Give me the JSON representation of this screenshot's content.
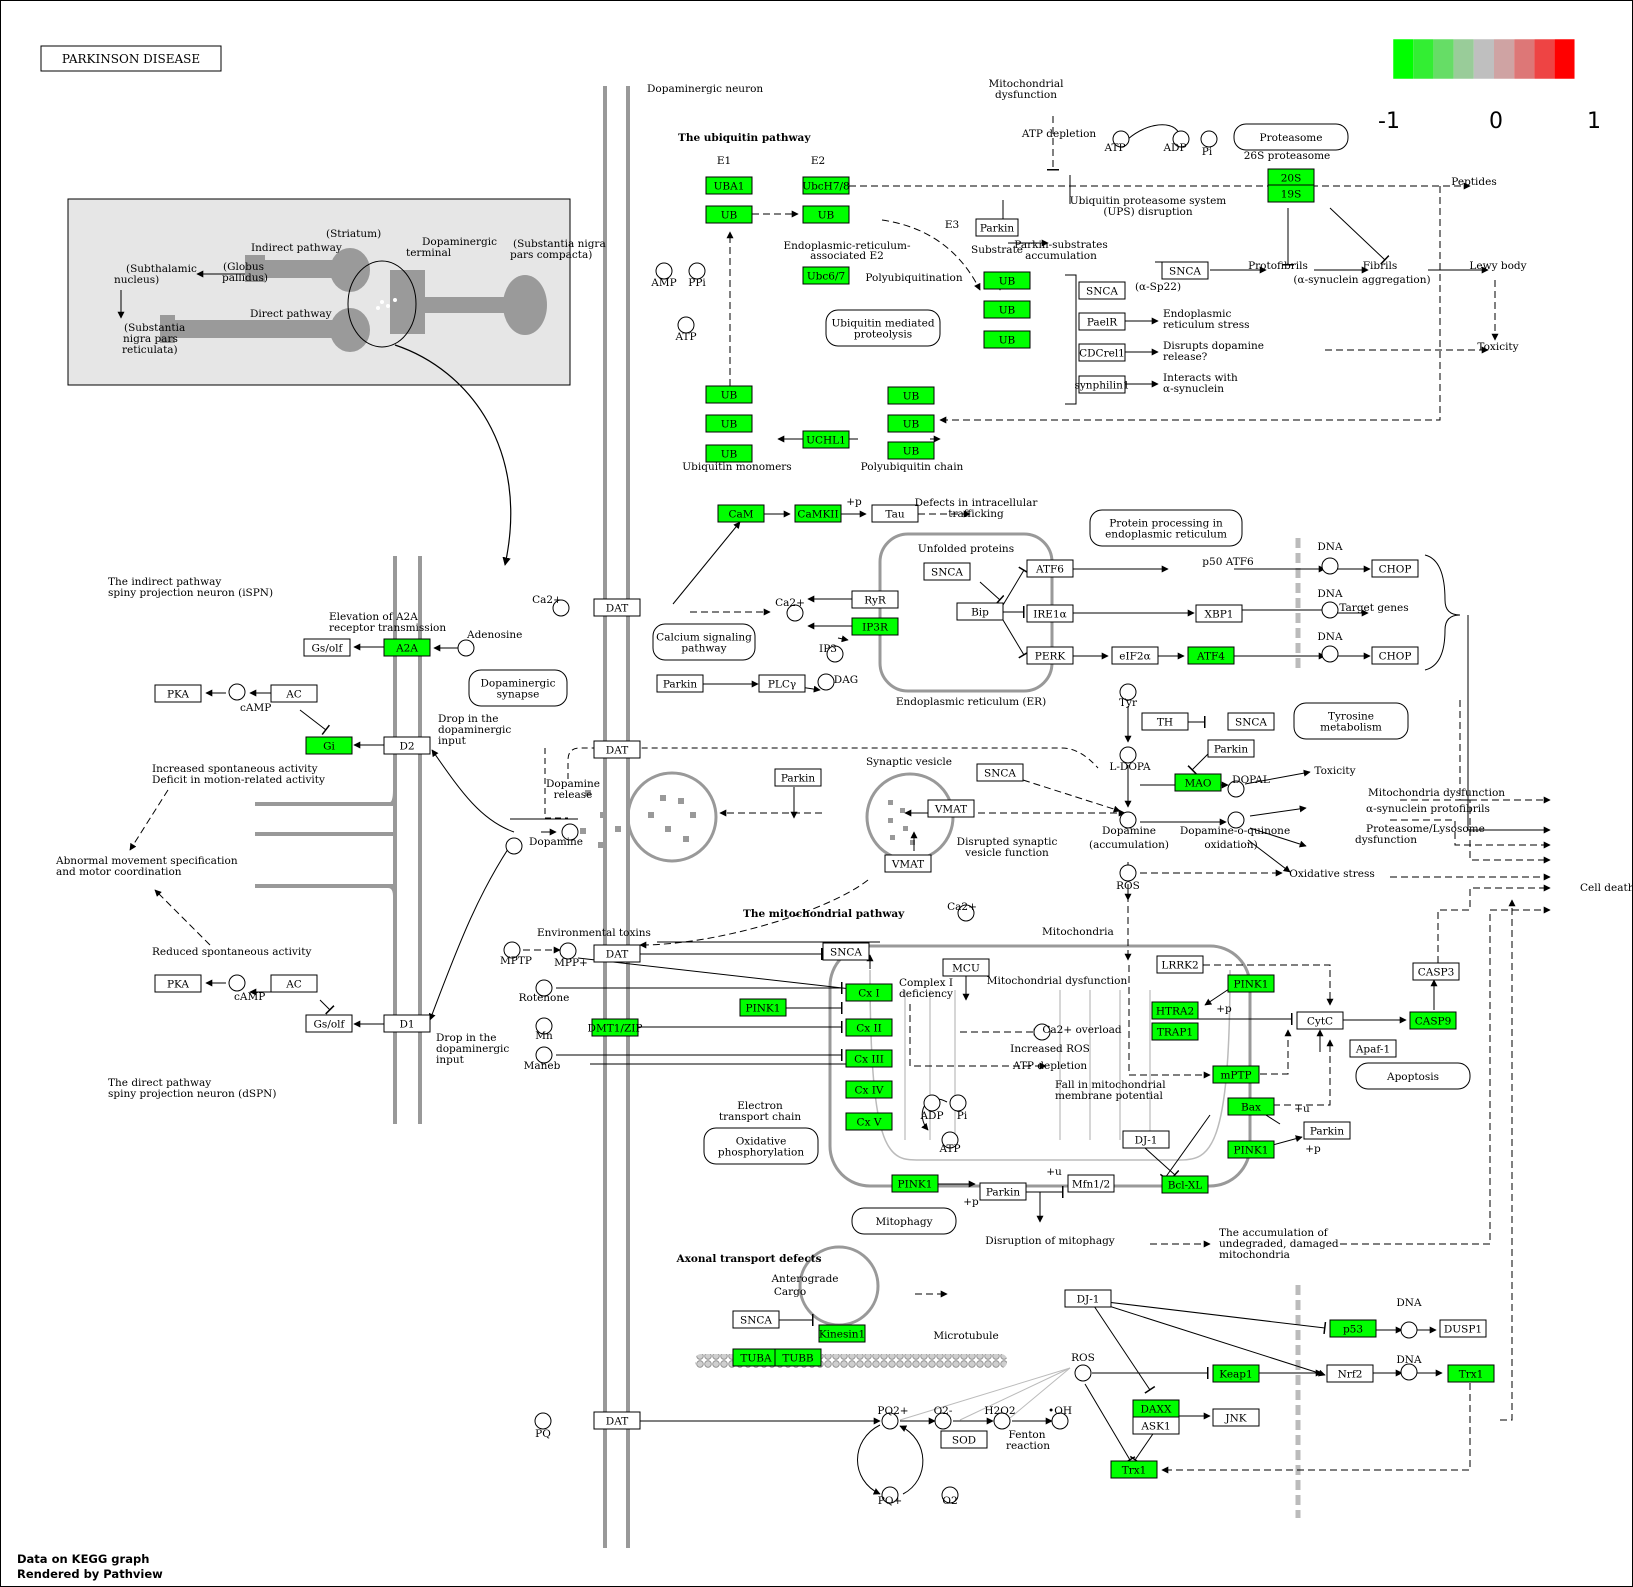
{
  "title": "PARKINSON DISEASE",
  "colors": {
    "hit": "#00ff00",
    "none": "#ffffff",
    "gray": "#999999"
  },
  "legend": {
    "swatches": [
      "#00ff00",
      "#33ee33",
      "#66dd66",
      "#99cc99",
      "#bfbfbf",
      "#cfa3a3",
      "#dd7777",
      "#ee4444",
      "#ff0000"
    ],
    "ticks": [
      "-1",
      "0",
      "1"
    ]
  },
  "credits": [
    "Data on KEGG graph",
    "Rendered by Pathview"
  ],
  "labels": [
    {
      "id": "l1",
      "t": "Dopaminergic neuron",
      "c": "Dopaminergic ne uron"
    },
    {
      "id": "l2",
      "t": "The ubiquitin pathway",
      "b": true
    },
    {
      "id": "l3",
      "t": "E1"
    },
    {
      "id": "l4",
      "t": "E2"
    },
    {
      "id": "l5",
      "t": "E3"
    },
    {
      "id": "l6",
      "t": "Mitochondrial"
    },
    {
      "id": "l7",
      "t": "dysfunction"
    },
    {
      "id": "l8",
      "t": "ATP depletion"
    },
    {
      "id": "l9",
      "t": "ATP"
    },
    {
      "id": "l10",
      "t": "ADP"
    },
    {
      "id": "l11",
      "t": "Pi"
    },
    {
      "id": "l12",
      "t": "26S proteasome"
    },
    {
      "id": "l13",
      "t": "Peptides"
    },
    {
      "id": "l14",
      "t": "Ubiquitin proteasome system"
    },
    {
      "id": "l15",
      "t": "(UPS) disruption"
    },
    {
      "id": "l16",
      "t": "Endoplasmic-reticulum-"
    },
    {
      "id": "l17",
      "t": "associated E2"
    },
    {
      "id": "l18",
      "t": "Substrate"
    },
    {
      "id": "l19",
      "t": "Parkin-substrates"
    },
    {
      "id": "l20",
      "t": "accumulation"
    },
    {
      "id": "l21",
      "t": "Polyubiquitination"
    },
    {
      "id": "l22",
      "t": "AMP"
    },
    {
      "id": "l23",
      "t": "PPi"
    },
    {
      "id": "l24",
      "t": "ATP"
    },
    {
      "id": "l25",
      "t": "(α-Sp22)"
    },
    {
      "id": "l26",
      "t": "Protofibrils"
    },
    {
      "id": "l27",
      "t": "Fibrils"
    },
    {
      "id": "l28",
      "t": "(α-synuclein aggregation)"
    },
    {
      "id": "l29",
      "t": "Lewy body"
    },
    {
      "id": "l30",
      "t": "Endoplasmic"
    },
    {
      "id": "l31",
      "t": "reticulum stress"
    },
    {
      "id": "l32",
      "t": "Disrupts dopamine"
    },
    {
      "id": "l33",
      "t": "release?"
    },
    {
      "id": "l34",
      "t": "Interacts with"
    },
    {
      "id": "l35",
      "t": "α-synuclein"
    },
    {
      "id": "l36",
      "t": "Toxicity"
    },
    {
      "id": "l37",
      "t": "Ubiquitin monomers"
    },
    {
      "id": "l38",
      "t": "Polyubiquitin chain"
    },
    {
      "id": "l39",
      "t": "Defects in intracellular"
    },
    {
      "id": "l40",
      "t": "trafficking"
    },
    {
      "id": "l41",
      "t": "Unfolded proteins"
    },
    {
      "id": "l42",
      "t": "DNA"
    },
    {
      "id": "l43",
      "t": "DNA"
    },
    {
      "id": "l44",
      "t": "DNA"
    },
    {
      "id": "l45",
      "t": "p50 ATF6"
    },
    {
      "id": "l46",
      "t": "Target genes"
    },
    {
      "id": "l47",
      "t": "Endoplasmic reticulum (ER)"
    },
    {
      "id": "l48",
      "t": "DAG"
    },
    {
      "id": "l49",
      "t": "IP3"
    },
    {
      "id": "l50",
      "t": "Tyr"
    },
    {
      "id": "l51",
      "t": "L-DOPA"
    },
    {
      "id": "l52",
      "t": "DOPAL"
    },
    {
      "id": "l53",
      "t": "Toxicity"
    },
    {
      "id": "l54",
      "t": "Mitochondria dysfunction"
    },
    {
      "id": "l55",
      "t": "α-synuclein protofibrils"
    },
    {
      "id": "l56",
      "t": "Proteasome/Lysosome"
    },
    {
      "id": "l57",
      "t": "dysfunction"
    },
    {
      "id": "l58",
      "t": "Dopamine"
    },
    {
      "id": "l59",
      "t": "(accumulation)"
    },
    {
      "id": "l60",
      "t": "Dopamine-o-quinone"
    },
    {
      "id": "l61",
      "t": "oxidation)"
    },
    {
      "id": "l62",
      "t": "Oxidative stress"
    },
    {
      "id": "l63",
      "t": "ROS"
    },
    {
      "id": "l64",
      "t": "Cell death"
    },
    {
      "id": "l65",
      "t": "Synaptic vesicle"
    },
    {
      "id": "l66",
      "t": "Disrupted synaptic"
    },
    {
      "id": "l67",
      "t": "vesicle function"
    },
    {
      "id": "l68",
      "t": "Dopamine"
    },
    {
      "id": "l69",
      "t": "release"
    },
    {
      "id": "l70",
      "t": "Dopamine"
    },
    {
      "id": "l71",
      "t": "The mitochondrial pathway",
      "b": true
    },
    {
      "id": "l72",
      "t": "Mitochondria"
    },
    {
      "id": "l73",
      "t": "Environmental toxins"
    },
    {
      "id": "l74",
      "t": "MPTP"
    },
    {
      "id": "l75",
      "t": "MPP+"
    },
    {
      "id": "l76",
      "t": "Rotenone"
    },
    {
      "id": "l77",
      "t": "Mn"
    },
    {
      "id": "l78",
      "t": "Maneb"
    },
    {
      "id": "l79",
      "t": "Complex I"
    },
    {
      "id": "l80",
      "t": "deficiency"
    },
    {
      "id": "l81",
      "t": "Mitochondrial dysfunction"
    },
    {
      "id": "l82",
      "t": "Ca2+ overload"
    },
    {
      "id": "l83",
      "t": "Increased ROS"
    },
    {
      "id": "l84",
      "t": "ATP depletion"
    },
    {
      "id": "l85",
      "t": "Fall in mitochondrial"
    },
    {
      "id": "l86",
      "t": "membrane potential"
    },
    {
      "id": "l87",
      "t": "Electron"
    },
    {
      "id": "l88",
      "t": "transport chain"
    },
    {
      "id": "l89",
      "t": "ADP"
    },
    {
      "id": "l90",
      "t": "Pi"
    },
    {
      "id": "l91",
      "t": "ATP"
    },
    {
      "id": "l92",
      "t": "Disruption of mitophagy"
    },
    {
      "id": "l93",
      "t": "The accumulation of"
    },
    {
      "id": "l94",
      "t": "undegraded, damaged"
    },
    {
      "id": "l95",
      "t": "mitochondria"
    },
    {
      "id": "l96",
      "t": "Axonal transport defects",
      "b": true
    },
    {
      "id": "l97",
      "t": "Anterograde"
    },
    {
      "id": "l98",
      "t": "Cargo"
    },
    {
      "id": "l99",
      "t": "Microtubule"
    },
    {
      "id": "l100",
      "t": "ROS"
    },
    {
      "id": "l101",
      "t": "DNA"
    },
    {
      "id": "l102",
      "t": "DNA"
    },
    {
      "id": "l103",
      "t": "PQ"
    },
    {
      "id": "l104",
      "t": "PQ2+"
    },
    {
      "id": "l105",
      "t": "O2-"
    },
    {
      "id": "l106",
      "t": "H2O2"
    },
    {
      "id": "l107",
      "t": "•OH"
    },
    {
      "id": "l108",
      "t": "Fenton"
    },
    {
      "id": "l109",
      "t": "reaction"
    },
    {
      "id": "l110",
      "t": "PQ+"
    },
    {
      "id": "l111",
      "t": "O2"
    },
    {
      "id": "l112",
      "t": "The indirect pathway"
    },
    {
      "id": "l113",
      "t": "spiny projection neuron (iSPN)"
    },
    {
      "id": "l114",
      "t": "Elevation of A2A"
    },
    {
      "id": "l115",
      "t": "receptor transmission"
    },
    {
      "id": "l116",
      "t": "Adenosine"
    },
    {
      "id": "l117",
      "t": "cAMP"
    },
    {
      "id": "l118",
      "t": "Drop in the"
    },
    {
      "id": "l119",
      "t": "dopaminergic"
    },
    {
      "id": "l120",
      "t": "input"
    },
    {
      "id": "l121",
      "t": "Increased spontaneous activity"
    },
    {
      "id": "l122",
      "t": "Deficit in motion-related activity"
    },
    {
      "id": "l123",
      "t": "Abnormal movement specification"
    },
    {
      "id": "l124",
      "t": "and motor coordination"
    },
    {
      "id": "l125",
      "t": "Reduced spontaneous activity"
    },
    {
      "id": "l126",
      "t": "cAMP"
    },
    {
      "id": "l127",
      "t": "Drop in the"
    },
    {
      "id": "l128",
      "t": "dopaminergic"
    },
    {
      "id": "l129",
      "t": "input"
    },
    {
      "id": "l130",
      "t": "The direct pathway"
    },
    {
      "id": "l131",
      "t": "spiny projection neuron (dSPN)"
    },
    {
      "id": "l132",
      "t": "(Striatum)"
    },
    {
      "id": "l133",
      "t": "Indirect pathway"
    },
    {
      "id": "l134",
      "t": "Dopaminergic"
    },
    {
      "id": "l135",
      "t": "terminal"
    },
    {
      "id": "l136",
      "t": "(Substantia nigra"
    },
    {
      "id": "l137",
      "t": "pars compacta)"
    },
    {
      "id": "l138",
      "t": "(Subthalamic"
    },
    {
      "id": "l139",
      "t": "nucleus)"
    },
    {
      "id": "l140",
      "t": "(Globus"
    },
    {
      "id": "l141",
      "t": "pallidus)"
    },
    {
      "id": "l142",
      "t": "Direct pathway"
    },
    {
      "id": "l143",
      "t": "(Substantia"
    },
    {
      "id": "l144",
      "t": "nigra pars"
    },
    {
      "id": "l145",
      "t": "reticulata)"
    },
    {
      "id": "l146",
      "t": "Ca2+"
    },
    {
      "id": "l147",
      "t": "Ca2+"
    },
    {
      "id": "l148",
      "t": "Ca2+"
    },
    {
      "id": "l149",
      "t": "+p"
    },
    {
      "id": "l150",
      "t": "+p"
    },
    {
      "id": "l151",
      "t": "+u"
    },
    {
      "id": "l152",
      "t": "+u"
    },
    {
      "id": "l153",
      "t": "+p"
    },
    {
      "id": "l154",
      "t": "+p"
    }
  ],
  "maps": [
    {
      "id": "m1",
      "lines": [
        "Proteasome"
      ]
    },
    {
      "id": "m2",
      "lines": [
        "Ubiquitin mediated",
        "proteolysis"
      ]
    },
    {
      "id": "m3",
      "lines": [
        "Protein processing in",
        "endoplasmic reticulum"
      ]
    },
    {
      "id": "m4",
      "lines": [
        "Calcium signaling",
        "pathway"
      ]
    },
    {
      "id": "m5",
      "lines": [
        "Dopaminergic",
        "synapse"
      ]
    },
    {
      "id": "m6",
      "lines": [
        "Tyrosine",
        "metabolism"
      ]
    },
    {
      "id": "m7",
      "lines": [
        "Apoptosis"
      ]
    },
    {
      "id": "m8",
      "lines": [
        "Oxidative",
        "phosphorylation"
      ]
    },
    {
      "id": "m9",
      "lines": [
        "Mitophagy"
      ]
    }
  ],
  "genes": [
    {
      "id": "g1",
      "t": "UBA1",
      "hit": true
    },
    {
      "id": "g2",
      "t": "UB",
      "hit": true
    },
    {
      "id": "g3",
      "t": "UbcH7/8",
      "hit": true
    },
    {
      "id": "g4",
      "t": "UB",
      "hit": true
    },
    {
      "id": "g5",
      "t": "Ubc6/7",
      "hit": true
    },
    {
      "id": "g6",
      "t": "Parkin",
      "hit": false
    },
    {
      "id": "g7",
      "t": "20S",
      "hit": true
    },
    {
      "id": "g8",
      "t": "19S",
      "hit": true
    },
    {
      "id": "g9",
      "t": "UB",
      "hit": true
    },
    {
      "id": "g10",
      "t": "UB",
      "hit": true
    },
    {
      "id": "g11",
      "t": "UB",
      "hit": true
    },
    {
      "id": "g12",
      "t": "SNCA",
      "hit": false
    },
    {
      "id": "g13",
      "t": "SNCA",
      "hit": false
    },
    {
      "id": "g14",
      "t": "PaelR",
      "hit": false
    },
    {
      "id": "g15",
      "t": "CDCrel1",
      "hit": false
    },
    {
      "id": "g16",
      "t": "synphilin1",
      "hit": false
    },
    {
      "id": "g17",
      "t": "UB",
      "hit": true
    },
    {
      "id": "g18",
      "t": "UB",
      "hit": true
    },
    {
      "id": "g19",
      "t": "UB",
      "hit": true
    },
    {
      "id": "g20",
      "t": "UCHL1",
      "hit": true
    },
    {
      "id": "g21",
      "t": "UB",
      "hit": true
    },
    {
      "id": "g22",
      "t": "UB",
      "hit": true
    },
    {
      "id": "g23",
      "t": "UB",
      "hit": true
    },
    {
      "id": "g24",
      "t": "CaM",
      "hit": true
    },
    {
      "id": "g25",
      "t": "CaMKII",
      "hit": true
    },
    {
      "id": "g26",
      "t": "Tau",
      "hit": false
    },
    {
      "id": "g27",
      "t": "SNCA",
      "hit": false
    },
    {
      "id": "g28",
      "t": "ATF6",
      "hit": false
    },
    {
      "id": "g29",
      "t": "CHOP",
      "hit": false
    },
    {
      "id": "g30",
      "t": "Bip",
      "hit": false
    },
    {
      "id": "g31",
      "t": "IRE1α",
      "hit": false
    },
    {
      "id": "g32",
      "t": "XBP1",
      "hit": false
    },
    {
      "id": "g33",
      "t": "PERK",
      "hit": false
    },
    {
      "id": "g34",
      "t": "eIF2α",
      "hit": false
    },
    {
      "id": "g35",
      "t": "ATF4",
      "hit": true
    },
    {
      "id": "g36",
      "t": "CHOP",
      "hit": false
    },
    {
      "id": "g37",
      "t": "RyR",
      "hit": false
    },
    {
      "id": "g38",
      "t": "IP3R",
      "hit": true
    },
    {
      "id": "g39",
      "t": "SNCA",
      "hit": false
    },
    {
      "id": "g40",
      "t": "Parkin",
      "hit": false
    },
    {
      "id": "g41",
      "t": "PLCγ",
      "hit": false
    },
    {
      "id": "g42",
      "t": "TH",
      "hit": false
    },
    {
      "id": "g43",
      "t": "SNCA",
      "hit": false
    },
    {
      "id": "g44",
      "t": "Parkin",
      "hit": false
    },
    {
      "id": "g45",
      "t": "MAO",
      "hit": true
    },
    {
      "id": "g46",
      "t": "DAT",
      "hit": false
    },
    {
      "id": "g47",
      "t": "Parkin",
      "hit": false
    },
    {
      "id": "g48",
      "t": "SNCA",
      "hit": false
    },
    {
      "id": "g49",
      "t": "VMAT",
      "hit": false
    },
    {
      "id": "g50",
      "t": "VMAT",
      "hit": false
    },
    {
      "id": "g51",
      "t": "DAT",
      "hit": false
    },
    {
      "id": "g52",
      "t": "SNCA",
      "hit": false
    },
    {
      "id": "g53",
      "t": "MCU",
      "hit": false
    },
    {
      "id": "g54",
      "t": "LRRK2",
      "hit": false
    },
    {
      "id": "g55",
      "t": "PINK1",
      "hit": true
    },
    {
      "id": "g56",
      "t": "HTRA2",
      "hit": true
    },
    {
      "id": "g57",
      "t": "TRAP1",
      "hit": true
    },
    {
      "id": "g58",
      "t": "CytC",
      "hit": false
    },
    {
      "id": "g59",
      "t": "CASP9",
      "hit": true
    },
    {
      "id": "g60",
      "t": "CASP3",
      "hit": false
    },
    {
      "id": "g61",
      "t": "Apaf-1",
      "hit": false
    },
    {
      "id": "g62",
      "t": "Cx I",
      "hit": true
    },
    {
      "id": "g63",
      "t": "PINK1",
      "hit": true
    },
    {
      "id": "g64",
      "t": "DMT1/ZIP",
      "hit": true
    },
    {
      "id": "g65",
      "t": "Cx II",
      "hit": true
    },
    {
      "id": "g66",
      "t": "Cx III",
      "hit": true
    },
    {
      "id": "g67",
      "t": "Cx IV",
      "hit": true
    },
    {
      "id": "g68",
      "t": "Cx V",
      "hit": true
    },
    {
      "id": "g69",
      "t": "mPTP",
      "hit": true
    },
    {
      "id": "g70",
      "t": "Bax",
      "hit": true
    },
    {
      "id": "g71",
      "t": "Parkin",
      "hit": false
    },
    {
      "id": "g72",
      "t": "PINK1",
      "hit": true
    },
    {
      "id": "g73",
      "t": "DJ-1",
      "hit": false
    },
    {
      "id": "g74",
      "t": "Bcl-XL",
      "hit": true
    },
    {
      "id": "g75",
      "t": "PINK1",
      "hit": true
    },
    {
      "id": "g76",
      "t": "Parkin",
      "hit": false
    },
    {
      "id": "g77",
      "t": "Mfn1/2",
      "hit": false
    },
    {
      "id": "g78",
      "t": "SNCA",
      "hit": false
    },
    {
      "id": "g79",
      "t": "Kinesin1",
      "hit": true
    },
    {
      "id": "g80",
      "t": "TUBA",
      "hit": true
    },
    {
      "id": "g81",
      "t": "TUBB",
      "hit": true
    },
    {
      "id": "g82",
      "t": "DJ-1",
      "hit": false
    },
    {
      "id": "g83",
      "t": "p53",
      "hit": true
    },
    {
      "id": "g84",
      "t": "DUSP1",
      "hit": false
    },
    {
      "id": "g85",
      "t": "Keap1",
      "hit": true
    },
    {
      "id": "g86",
      "t": "Nrf2",
      "hit": false
    },
    {
      "id": "g87",
      "t": "Trx1",
      "hit": true
    },
    {
      "id": "g88",
      "t": "DAXX",
      "hit": true
    },
    {
      "id": "g89",
      "t": "ASK1",
      "hit": false
    },
    {
      "id": "g90",
      "t": "JNK",
      "hit": false
    },
    {
      "id": "g91",
      "t": "Trx1",
      "hit": true
    },
    {
      "id": "g92",
      "t": "DAT",
      "hit": false
    },
    {
      "id": "g93",
      "t": "SOD",
      "hit": false
    },
    {
      "id": "g94",
      "t": "SNCA",
      "hit": false
    },
    {
      "id": "g95",
      "t": "DAT",
      "hit": false
    },
    {
      "id": "g96",
      "t": "Gs/olf",
      "hit": false
    },
    {
      "id": "g97",
      "t": "A2A",
      "hit": true
    },
    {
      "id": "g98",
      "t": "PKA",
      "hit": false
    },
    {
      "id": "g99",
      "t": "AC",
      "hit": false
    },
    {
      "id": "g100",
      "t": "Gi",
      "hit": true
    },
    {
      "id": "g101",
      "t": "D2",
      "hit": false
    },
    {
      "id": "g102",
      "t": "PKA",
      "hit": false
    },
    {
      "id": "g103",
      "t": "AC",
      "hit": false
    },
    {
      "id": "g104",
      "t": "Gs/olf",
      "hit": false
    },
    {
      "id": "g105",
      "t": "D1",
      "hit": false
    }
  ]
}
